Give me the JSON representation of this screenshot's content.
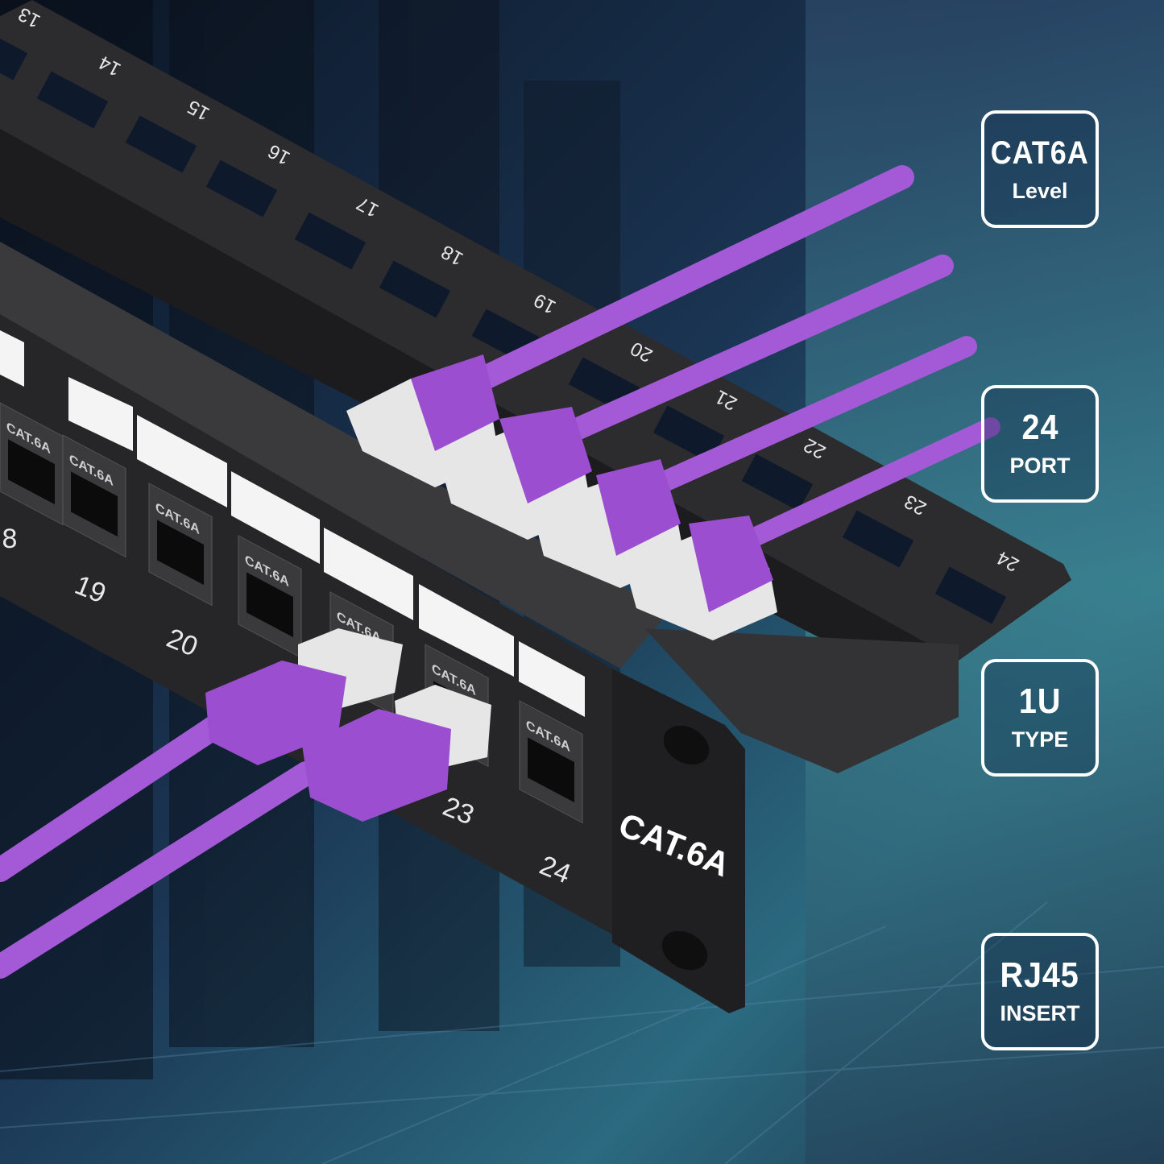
{
  "badges": [
    {
      "big": "CAT6A",
      "small": "Level"
    },
    {
      "big": "24",
      "small": "PORT"
    },
    {
      "big": "1U",
      "small": "TYPE"
    },
    {
      "big": "RJ45",
      "small": "INSERT"
    }
  ],
  "rail_port_numbers": [
    "13",
    "14",
    "15",
    "16",
    "17",
    "18",
    "19",
    "20",
    "21",
    "22",
    "23",
    "24"
  ],
  "front_port_numbers": [
    "19",
    "20",
    "23",
    "24"
  ],
  "partial_front_number": "8",
  "jack_label": "CAT.6A",
  "bracket_label": "CAT.6A",
  "colors": {
    "cable": "#a45ad6",
    "panel": "#2a2a2c",
    "badge_border": "#ffffff",
    "background": "#12304a"
  }
}
